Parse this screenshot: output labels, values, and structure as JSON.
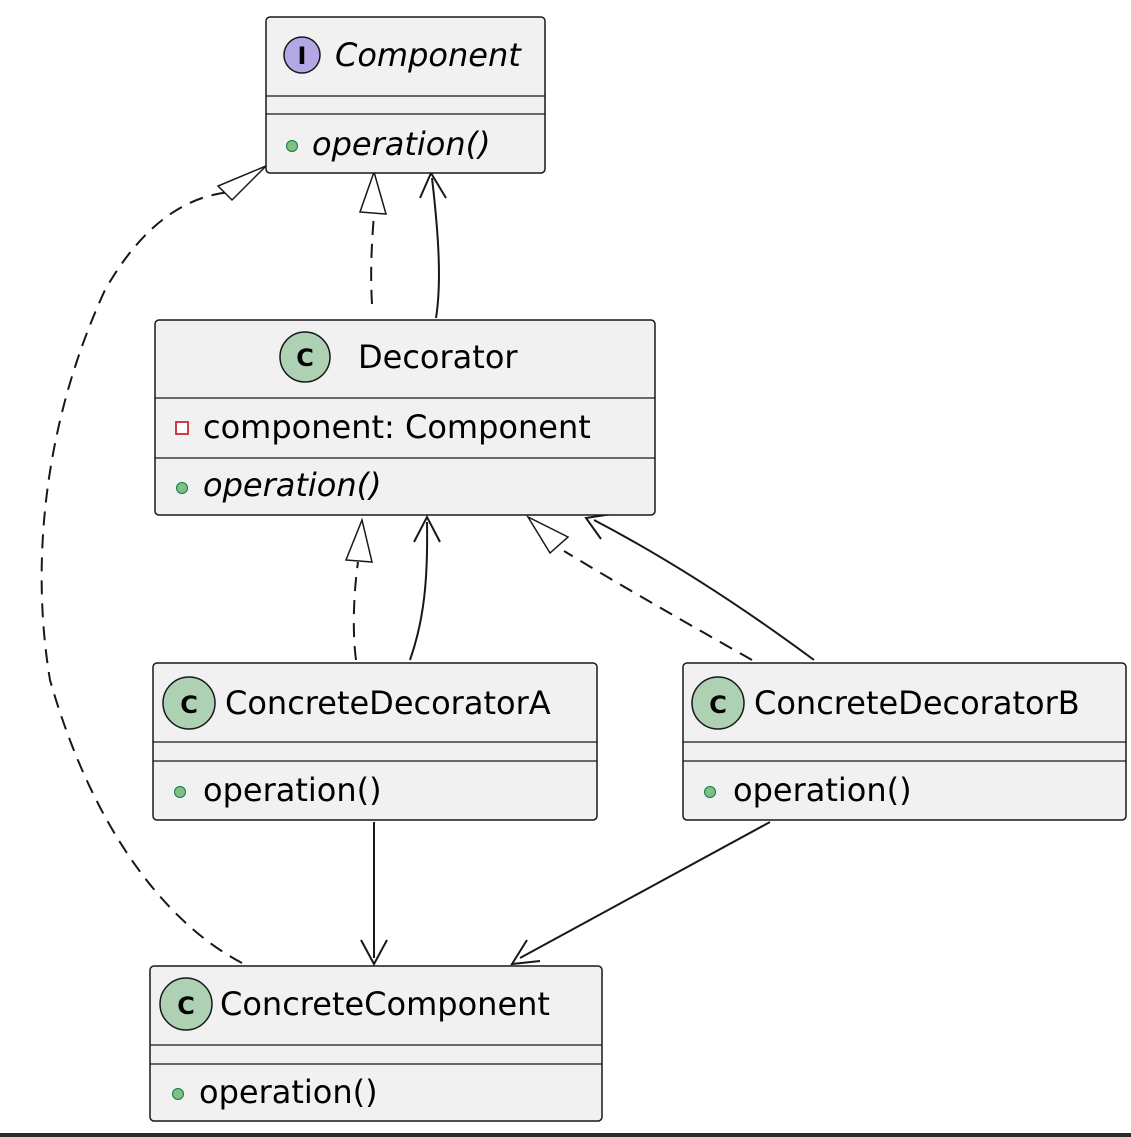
{
  "colors": {
    "box_fill": "#F1F1F1",
    "border": "#181818",
    "interface_badge": "#B4A7E5",
    "class_badge": "#ADD1B2",
    "public_marker": "#84BE84",
    "private_marker": "#C82930"
  },
  "classes": {
    "component": {
      "kind": "interface",
      "badge_letter": "I",
      "name": "Component",
      "fields": [],
      "methods": [
        {
          "visibility": "public",
          "signature": "operation()",
          "abstract": true
        }
      ]
    },
    "decorator": {
      "kind": "class",
      "badge_letter": "C",
      "name": "Decorator",
      "fields": [
        {
          "visibility": "private",
          "signature": "component: Component"
        }
      ],
      "methods": [
        {
          "visibility": "public",
          "signature": "operation()",
          "abstract": true
        }
      ]
    },
    "concrete_decorator_a": {
      "kind": "class",
      "badge_letter": "C",
      "name": "ConcreteDecoratorA",
      "fields": [],
      "methods": [
        {
          "visibility": "public",
          "signature": "operation()",
          "abstract": false
        }
      ]
    },
    "concrete_decorator_b": {
      "kind": "class",
      "badge_letter": "C",
      "name": "ConcreteDecoratorB",
      "fields": [],
      "methods": [
        {
          "visibility": "public",
          "signature": "operation()",
          "abstract": false
        }
      ]
    },
    "concrete_component": {
      "kind": "class",
      "badge_letter": "C",
      "name": "ConcreteComponent",
      "fields": [],
      "methods": [
        {
          "visibility": "public",
          "signature": "operation()",
          "abstract": false
        }
      ]
    }
  },
  "relations": [
    {
      "from": "Decorator",
      "to": "Component",
      "type": "realization"
    },
    {
      "from": "Decorator",
      "to": "Component",
      "type": "association"
    },
    {
      "from": "ConcreteComponent",
      "to": "Component",
      "type": "realization"
    },
    {
      "from": "ConcreteDecoratorA",
      "to": "Decorator",
      "type": "realization"
    },
    {
      "from": "ConcreteDecoratorA",
      "to": "Decorator",
      "type": "association"
    },
    {
      "from": "ConcreteDecoratorB",
      "to": "Decorator",
      "type": "realization"
    },
    {
      "from": "ConcreteDecoratorB",
      "to": "Decorator",
      "type": "association"
    },
    {
      "from": "ConcreteDecoratorA",
      "to": "ConcreteComponent",
      "type": "association"
    },
    {
      "from": "ConcreteDecoratorB",
      "to": "ConcreteComponent",
      "type": "association"
    }
  ]
}
